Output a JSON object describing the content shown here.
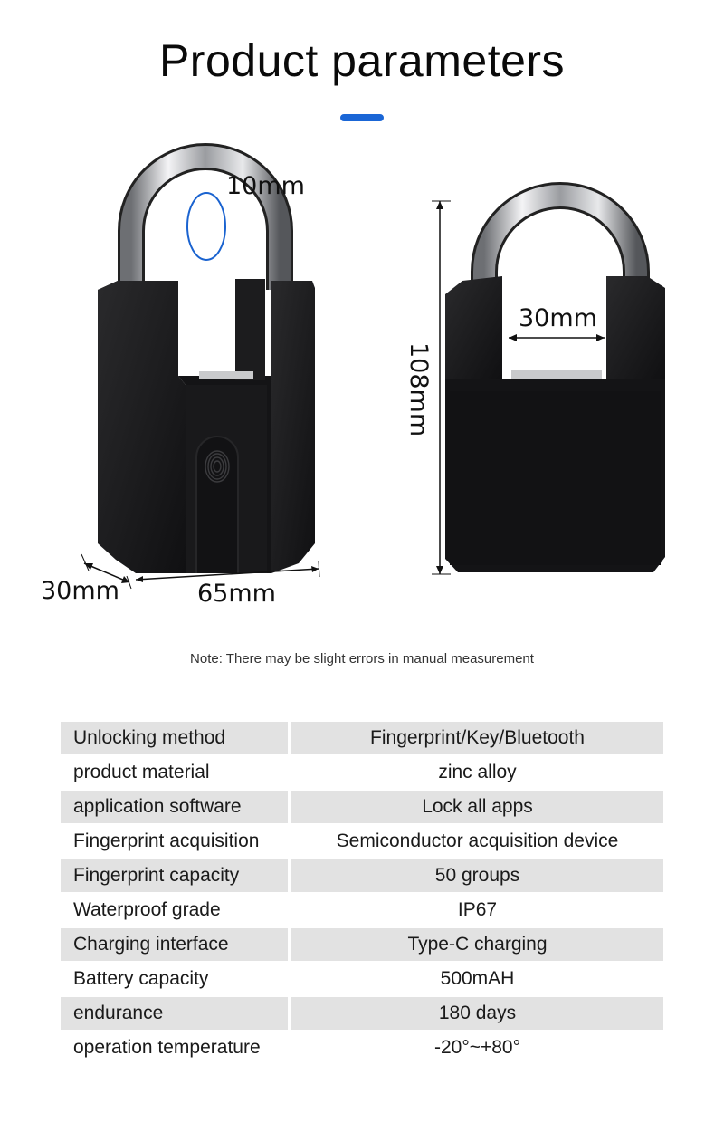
{
  "header": {
    "title": "Product parameters",
    "accent_color": "#1a66d6"
  },
  "figure": {
    "left_lock": {
      "shackle_diameter": "10mm",
      "depth": "30mm",
      "width": "65mm",
      "icon": "fingerprint-icon"
    },
    "right_lock": {
      "height": "108mm",
      "shackle_clearance": "30mm"
    }
  },
  "note": "Note: There may be slight errors in manual measurement",
  "specs": [
    {
      "label": "Unlocking method",
      "value": "Fingerprint/Key/Bluetooth"
    },
    {
      "label": "product material",
      "value": "zinc alloy"
    },
    {
      "label": "application software",
      "value": "Lock all apps"
    },
    {
      "label": "Fingerprint acquisition",
      "value": "Semiconductor acquisition device"
    },
    {
      "label": "Fingerprint capacity",
      "value": "50 groups"
    },
    {
      "label": "Waterproof grade",
      "value": "IP67"
    },
    {
      "label": "Charging interface",
      "value": "Type-C charging"
    },
    {
      "label": "Battery capacity",
      "value": "500mAH"
    },
    {
      "label": "endurance",
      "value": "180 days"
    },
    {
      "label": "operation temperature",
      "value": "-20°~+80°"
    }
  ]
}
